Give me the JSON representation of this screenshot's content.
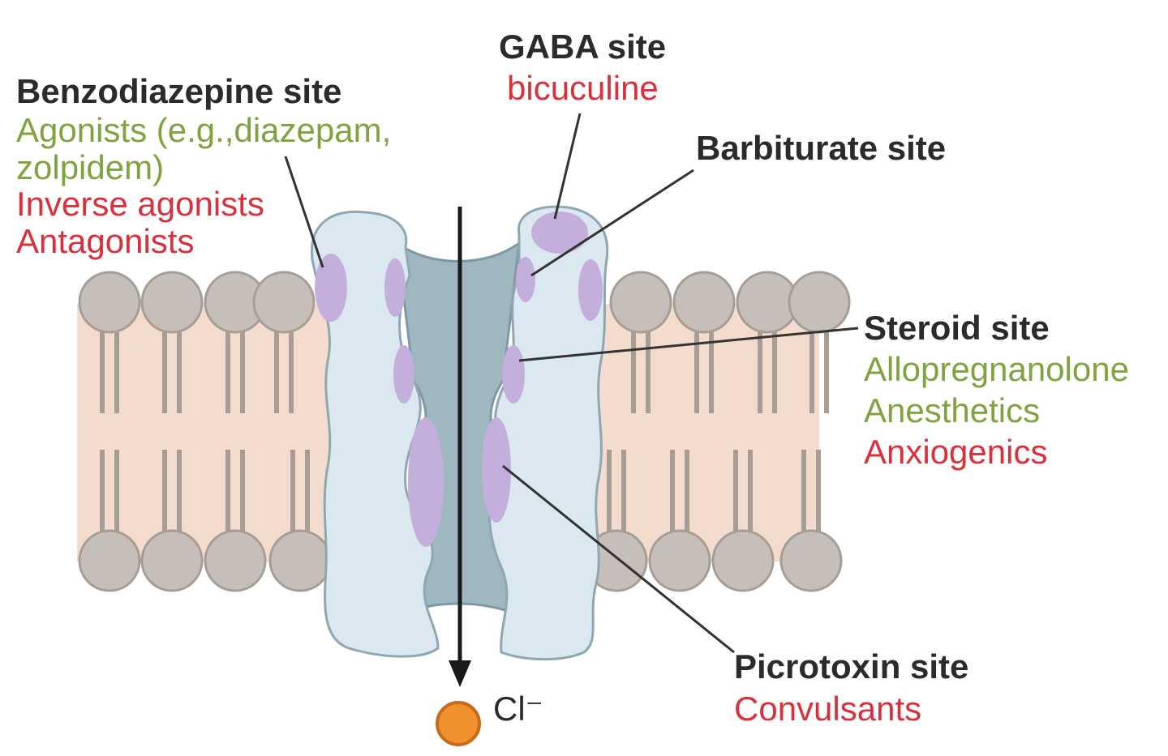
{
  "colors": {
    "membrane_band": "#f3dccd",
    "lipid_head": "#c6bfb9",
    "lipid_head_stroke": "#a69d95",
    "lipid_tail": "#a69d95",
    "channel_body": "#dbe8ef",
    "channel_stroke": "#8fa7b3",
    "channel_pore": "#9fb8c0",
    "binding_site": "#c4aedc",
    "arrow": "#1a1a1a",
    "ion": "#f0902e",
    "ion_stroke": "#c96a1a",
    "title_text": "#2b2b2b",
    "agonist_text": "#7fa33f",
    "antagonist_text": "#d9303c"
  },
  "benzodiazepine": {
    "title": "Benzodiazepine site",
    "line1": "Agonists (e.g.,diazepam,",
    "line2": "zolpidem)",
    "line3": "Inverse agonists",
    "line4": "Antagonists"
  },
  "gaba": {
    "title": "GABA site",
    "line1": "bicuculine"
  },
  "barbiturate": {
    "title": "Barbiturate site"
  },
  "steroid": {
    "title": "Steroid site",
    "line1": "Allopregnanolone",
    "line2": "Anesthetics",
    "line3": "Anxiogenics"
  },
  "picrotoxin": {
    "title": "Picrotoxin site",
    "line1": "Convulsants"
  },
  "ion": {
    "label": "Cl⁻"
  }
}
